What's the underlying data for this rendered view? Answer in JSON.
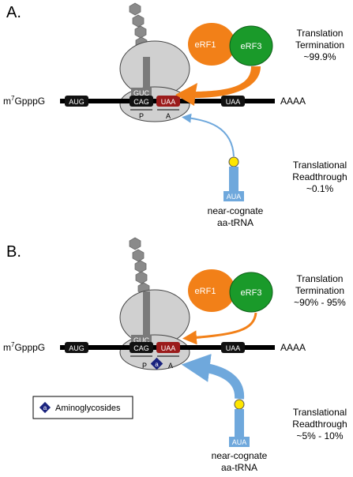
{
  "colors": {
    "orange": "#f28018",
    "green": "#1a9a2a",
    "blue": "#6fa8dc",
    "stop_red": "#9b1b1b",
    "navy": "#1a237e",
    "ribosome": "#d0d0d0",
    "yellow": "#ffe600"
  },
  "panels": [
    {
      "panel_label": "A.",
      "five_cap_prefix": "m",
      "five_cap_superscript": "7",
      "five_cap_suffix": "GpppG",
      "codon_start": "AUG",
      "codon_p": "CAG",
      "codon_a": "UAA",
      "codon_stop2": "UAA",
      "polya": "AAAA",
      "anticodon_tRNA": "GUC",
      "site_p": "P",
      "site_a": "A",
      "erf1": "eRF1",
      "erf3": "eRF3",
      "termination_line1": "Translation",
      "termination_line2": "Termination",
      "termination_value": "~99.9%",
      "readthrough_line1": "Translational",
      "readthrough_line2": "Readthrough",
      "readthrough_value": "~0.1%",
      "nc_anticodon": "AUA",
      "nc_label1": "near-cognate",
      "nc_label2": "aa-tRNA"
    },
    {
      "panel_label": "B.",
      "five_cap_prefix": "m",
      "five_cap_superscript": "7",
      "five_cap_suffix": "GpppG",
      "codon_start": "AUG",
      "codon_p": "CAG",
      "codon_a": "UAA",
      "codon_stop2": "UAA",
      "polya": "AAAA",
      "anticodon_tRNA": "GUC",
      "site_p": "P",
      "site_a": "A",
      "aminoglycoside_mark": "a",
      "erf1": "eRF1",
      "erf3": "eRF3",
      "termination_line1": "Translation",
      "termination_line2": "Termination",
      "termination_value": "~90% - 95%",
      "readthrough_line1": "Translational",
      "readthrough_line2": "Readthrough",
      "readthrough_value": "~5% - 10%",
      "nc_anticodon": "AUA",
      "nc_label1": "near-cognate",
      "nc_label2": "aa-tRNA",
      "legend_mark": "a",
      "legend_label": "Aminoglycosides"
    }
  ]
}
